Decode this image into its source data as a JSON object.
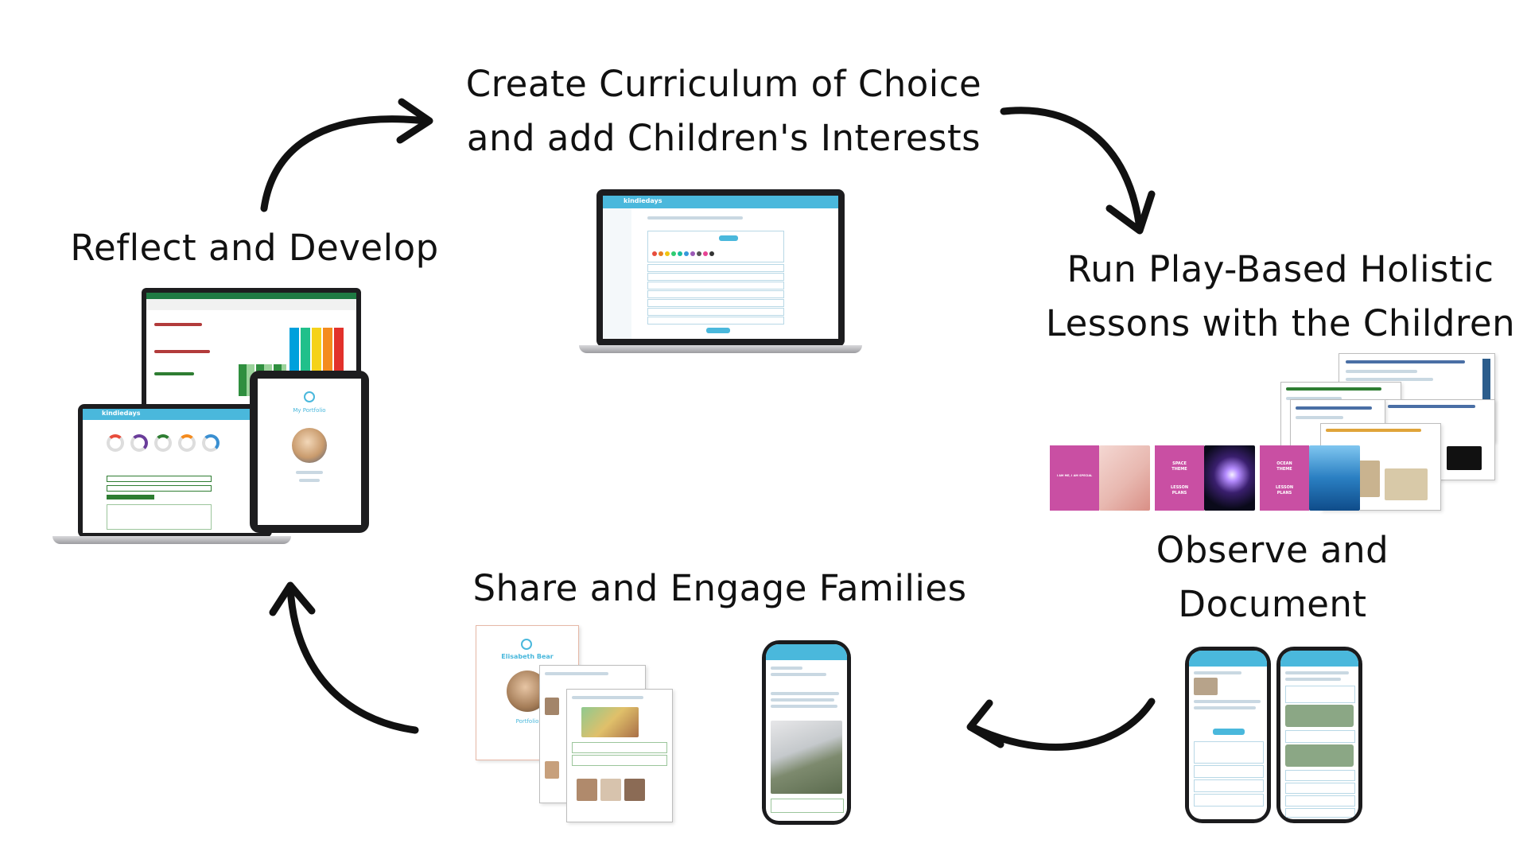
{
  "steps": {
    "create": {
      "line1": "Create Curriculum of Choice",
      "line2": "and add Children's Interests"
    },
    "run": {
      "line1": "Run Play-Based Holistic",
      "line2": "Lessons with the Children"
    },
    "observe": {
      "line1": "Observe and",
      "line2": "Document"
    },
    "share": {
      "line1": "Share and Engage Families"
    },
    "reflect": {
      "line1": "Reflect and Develop"
    }
  },
  "brand": {
    "name": "kindiedays",
    "accent_color": "#4ab8dc"
  },
  "lesson_plan_cards": [
    {
      "theme": "I AM ME, I AM SPECIAL",
      "color": "#c94fa3"
    },
    {
      "theme": "SPACE THEME",
      "subtitle": "LESSON PLANS",
      "color": "#c94fa3"
    },
    {
      "theme": "OCEAN THEME",
      "subtitle": "LESSON PLANS",
      "color": "#c94fa3"
    }
  ],
  "portfolio": {
    "name": "Elisabeth Bear",
    "portfolio_label": "Portfolio",
    "tablet_title": "My Portfolio"
  },
  "icons": {
    "arrow": "curved-arrow-icon",
    "smile": "smile-logo-icon"
  }
}
